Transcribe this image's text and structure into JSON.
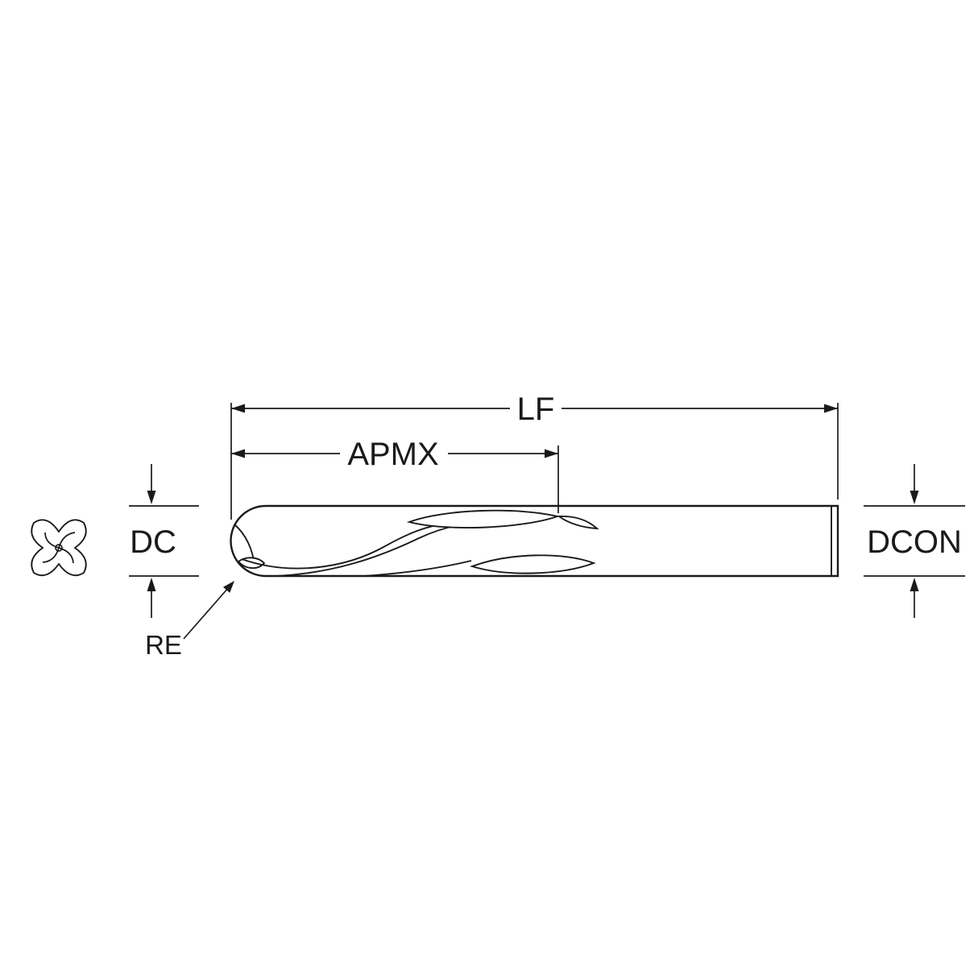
{
  "diagram": {
    "type": "technical-drawing",
    "subject": "ball-nose-end-mill-dimension-diagram",
    "labels": {
      "lf": "LF",
      "apmx": "APMX",
      "dc": "DC",
      "dcon": "DCON",
      "re": "RE"
    },
    "colors": {
      "line": "#1a1a1a",
      "background": "#ffffff"
    }
  }
}
